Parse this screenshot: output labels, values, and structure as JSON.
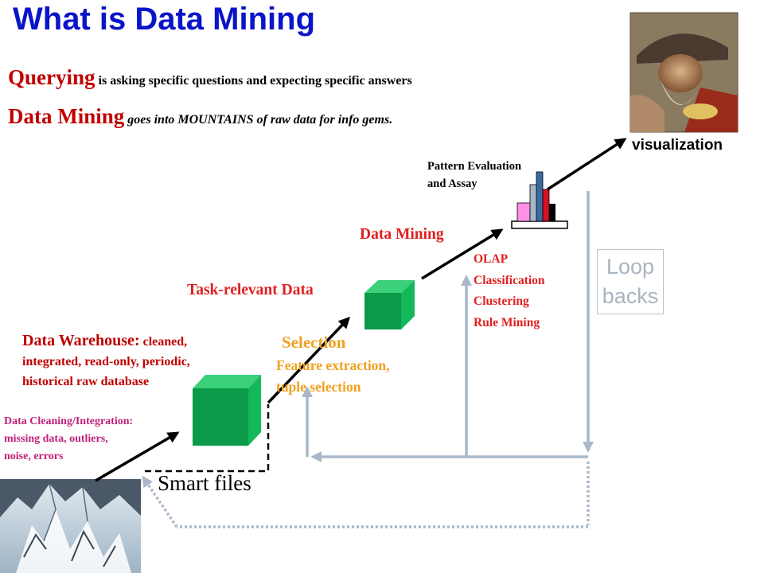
{
  "title": "What is Data Mining",
  "intro": {
    "querying_term": "Querying",
    "querying_desc": "is asking specific questions and expecting specific answers",
    "mining_term": "Data Mining",
    "mining_desc": "goes into MOUNTAINS of raw data for info gems."
  },
  "stages": {
    "cleaning_label": [
      "Data Cleaning/Integration:",
      "missing data, outliers,",
      "noise, errors"
    ],
    "warehouse_term": "Data Warehouse:",
    "warehouse_desc": [
      "cleaned,",
      "integrated, read-only, periodic,",
      "historical raw database"
    ],
    "task_relevant": "Task-relevant Data",
    "selection": "Selection",
    "selection_desc": [
      "Feature extraction,",
      "tuple selection"
    ],
    "data_mining": "Data Mining",
    "mining_methods": [
      "OLAP",
      "Classification",
      "Clustering",
      "Rule Mining"
    ],
    "pattern_eval": [
      "Pattern Evaluation",
      "and Assay"
    ],
    "visualization": "visualization",
    "smart_files": "Smart files",
    "loop_backs": [
      "Loop",
      "backs"
    ]
  },
  "colors": {
    "title": "#0a14c8",
    "accent_red": "#c00000",
    "stage_red": "#e02020",
    "selection_orange": "#f0a020",
    "cleaning_magenta": "#c0207a",
    "cube_green": "#0a9a4a",
    "loop_gray": "#a9b8c8"
  },
  "icons": [
    "mountain-photo",
    "prospector-photo",
    "bar-chart-icon",
    "data-cube-icon"
  ]
}
